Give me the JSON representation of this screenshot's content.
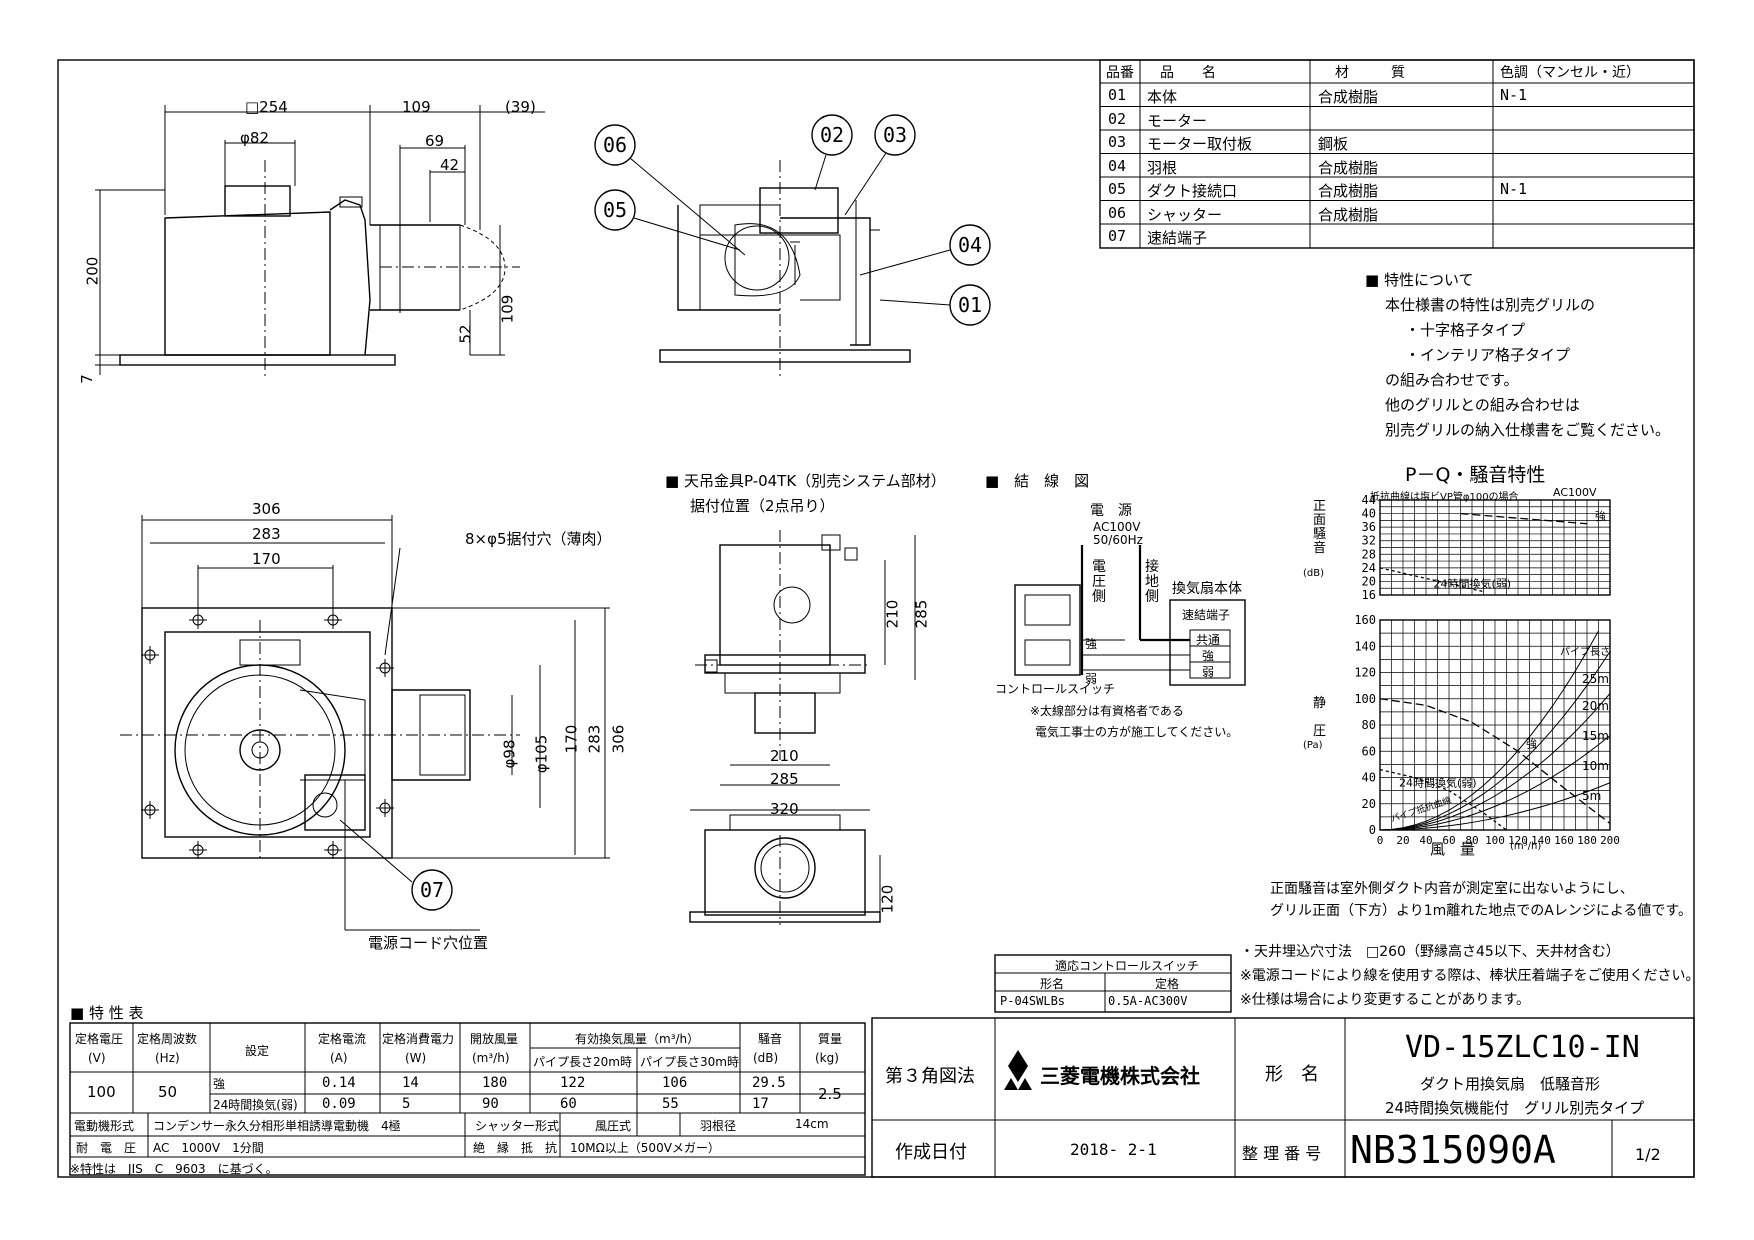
{
  "parts_table": {
    "headers": [
      "品番",
      "品　　名",
      "材　　　質",
      "色調（マンセル・近）"
    ],
    "rows": [
      [
        "01",
        "本体",
        "合成樹脂",
        "N-1"
      ],
      [
        "02",
        "モーター",
        "",
        ""
      ],
      [
        "03",
        "モーター取付板",
        "鋼板",
        ""
      ],
      [
        "04",
        "羽根",
        "合成樹脂",
        ""
      ],
      [
        "05",
        "ダクト接続口",
        "合成樹脂",
        "N-1"
      ],
      [
        "06",
        "シャッター",
        "合成樹脂",
        ""
      ],
      [
        "07",
        "速結端子",
        "",
        ""
      ]
    ]
  },
  "notes_characteristics": {
    "heading": "■ 特性について",
    "lines": [
      "本仕様書の特性は別売グリルの",
      "・十字格子タイプ",
      "・インテリア格子タイプ",
      "の組み合わせです。",
      "他のグリルとの組み合わせは",
      "別売グリルの納入仕様書をご覧ください。"
    ]
  },
  "top_view": {
    "dims": [
      "□254",
      "109",
      "(39)",
      "φ82",
      "69",
      "42",
      "200",
      "109",
      "52",
      "7"
    ]
  },
  "callouts": [
    "06",
    "02",
    "03",
    "05",
    "04",
    "01",
    "07"
  ],
  "plan_view": {
    "dims": [
      "306",
      "283",
      "170",
      "8×φ5据付穴（薄肉）",
      "φ98",
      "φ105",
      "170",
      "283",
      "306"
    ],
    "cord_label": "電源コード穴位置"
  },
  "hanger": {
    "title": "■ 天吊金具P-04TK（別売システム部材）",
    "subtitle": "据付位置（2点吊り）",
    "dims": [
      "210",
      "285",
      "210",
      "285",
      "320",
      "120"
    ]
  },
  "wiring": {
    "title": "■　結　線　図",
    "power_label": "電　源",
    "power_spec": "AC100V",
    "power_freq": "50/60Hz",
    "voltage_side": "電圧側",
    "ground_side": "接地側",
    "unit_label": "換気扇本体",
    "terminal_label": "速結端子",
    "terminals": [
      "共通",
      "強",
      "弱"
    ],
    "strong": "強",
    "weak": "弱",
    "switch_label": "コントロールスイッチ",
    "note1": "※太線部分は有資格者である",
    "note2": "電気工事士の方が施工してください。"
  },
  "chart_data": [
    {
      "type": "line",
      "title": "P－Q・騒音特性",
      "note_left": "抵抗曲線は塩ビVP管φ100の場合",
      "note_right": "AC100V",
      "ylabel": "正面騒音",
      "yunit": "(dB)",
      "ylim": [
        16,
        44
      ],
      "yticks": [
        44,
        40,
        36,
        32,
        28,
        24,
        20,
        16
      ],
      "series": [
        {
          "name": "強",
          "x": [
            70,
            180
          ],
          "y": [
            40,
            37
          ]
        },
        {
          "name": "24時間換気(弱)",
          "x": [
            0,
            90
          ],
          "y": [
            24,
            17
          ]
        }
      ]
    },
    {
      "type": "line",
      "xlabel": "風　量",
      "xunit": "(m³/h)",
      "ylabel": "静　圧",
      "yunit": "(Pa)",
      "xlim": [
        0,
        200
      ],
      "ylim": [
        0,
        160
      ],
      "xticks": [
        0,
        20,
        40,
        60,
        80,
        100,
        120,
        140,
        160,
        180,
        200
      ],
      "yticks": [
        160,
        140,
        120,
        100,
        80,
        60,
        40,
        20,
        0
      ],
      "series": [
        {
          "name": "強",
          "x": [
            0,
            40,
            80,
            120,
            160,
            200
          ],
          "y": [
            100,
            95,
            82,
            60,
            32,
            5
          ]
        },
        {
          "name": "24時間換気(弱)",
          "x": [
            0,
            30,
            60,
            90,
            110
          ],
          "y": [
            46,
            40,
            30,
            13,
            0
          ]
        }
      ],
      "pipe_labels": [
        "パイプ長さ",
        "25m",
        "20m",
        "15m",
        "10m",
        "5m"
      ],
      "resistance_label": "パイプ抵抗曲線"
    }
  ],
  "noise_note": [
    "正面騒音は室外側ダクト内音が測定室に出ないようにし、",
    "グリル正面（下方）より1m離れた地点でのAレンジによる値です。"
  ],
  "switch_table": {
    "title": "適応コントロールスイッチ",
    "headers": [
      "形名",
      "定格"
    ],
    "row": [
      "P-04SWLBs",
      "0.5A-AC300V"
    ]
  },
  "remarks": [
    "・天井埋込穴寸法　□260（野縁高さ45以下、天井材含む）",
    "※電源コードにより線を使用する際は、棒状圧着端子をご使用ください。",
    "※仕様は場合により変更することがあります。"
  ],
  "spec_table": {
    "title": "■ 特 性 表",
    "h_voltage": [
      "定格電圧",
      "(V)"
    ],
    "h_freq": [
      "定格周波数",
      "(Hz)"
    ],
    "h_setting": "設定",
    "h_current": [
      "定格電流",
      "(A)"
    ],
    "h_power": [
      "定格消費電力",
      "(W)"
    ],
    "h_open": [
      "開放風量",
      "(m³/h)"
    ],
    "h_eff": "有効換気風量（m³/h）",
    "h_p20": "パイプ長さ20m時",
    "h_p30": "パイプ長さ30m時",
    "h_noise": [
      "騒音",
      "(dB)"
    ],
    "h_mass": [
      "質量",
      "(kg)"
    ],
    "voltage": "100",
    "freq": "50",
    "rows": [
      [
        "強",
        "0.14",
        "14",
        "180",
        "122",
        "106",
        "29.5"
      ],
      [
        "24時間換気(弱)",
        "0.09",
        "5",
        "90",
        "60",
        "55",
        "17"
      ]
    ],
    "mass": "2.5",
    "motor_label": "電動機形式",
    "motor": "コンデンサー永久分相形単相誘導電動機　4極",
    "shutter_label": "シャッター形式",
    "shutter": "風圧式",
    "blade_label": "羽根径",
    "blade": "14cm",
    "withstand_label": "耐　電　圧",
    "withstand": "AC　1000V　1分間",
    "insulation_label": "絶　縁　抵　抗",
    "insulation": "10MΩ以上（500Vメガー）",
    "footnote": "※特性は　JIS　C　9603　に基づく。"
  },
  "title_block": {
    "projection": "第３角図法",
    "company": "三菱電機株式会社",
    "model_label": "形　名",
    "model": "VD-15ZLC10-IN",
    "desc1": "ダクト用換気扇　低騒音形",
    "desc2": "24時間換気機能付　グリル別売タイプ",
    "date_label": "作成日付",
    "date": "2018- 2-1",
    "doc_label": "整 理 番 号",
    "doc_no": "NB315090A",
    "page": "1/2"
  }
}
